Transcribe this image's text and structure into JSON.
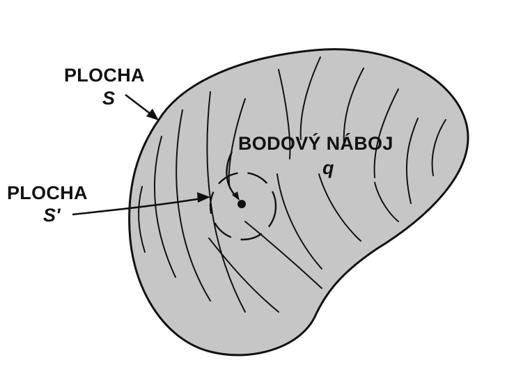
{
  "surface_s": {
    "label": "PLOCHA",
    "symbol": "S"
  },
  "surface_s_prime": {
    "label": "PLOCHA",
    "symbol": "S'"
  },
  "point_charge": {
    "label": "BODOVÝ NÁBOJ",
    "symbol": "q"
  },
  "colors": {
    "blob_fill": "#c6c6c6",
    "stroke": "#111111",
    "background": "#ffffff"
  }
}
